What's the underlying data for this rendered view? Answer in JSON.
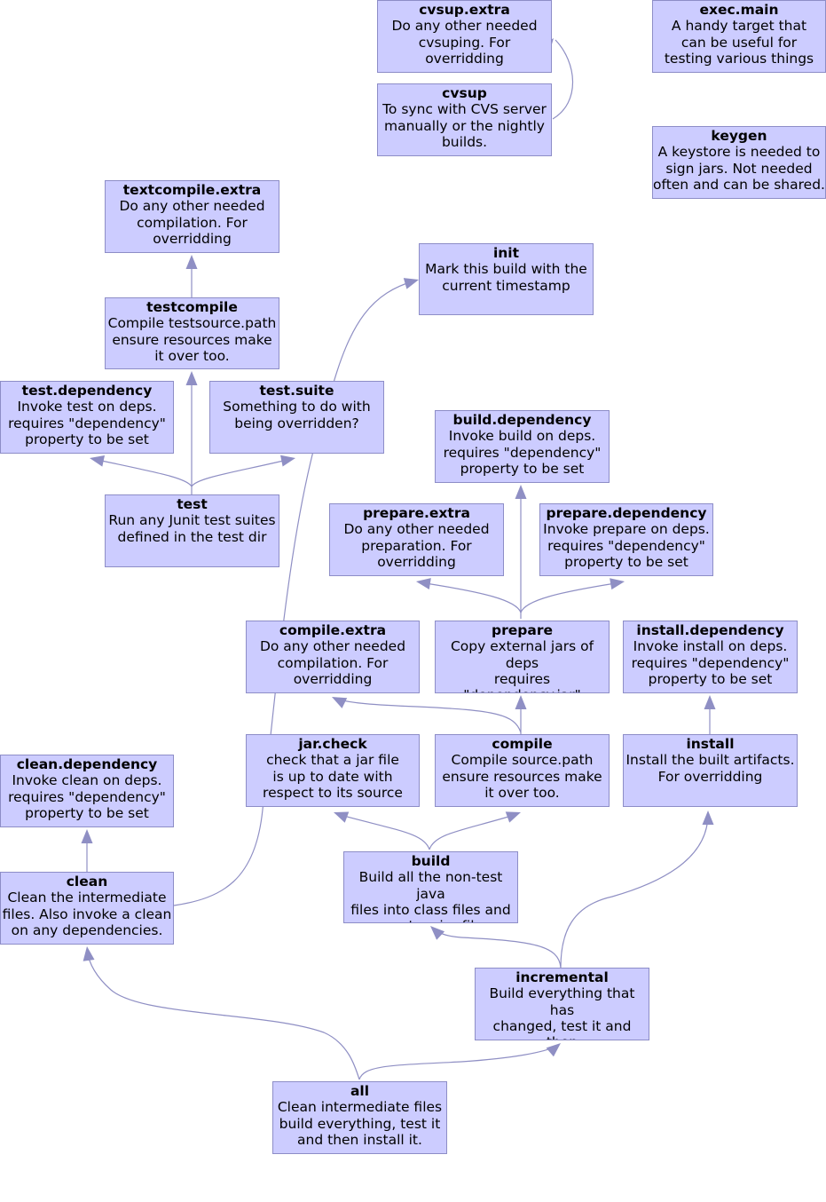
{
  "colors": {
    "node_fill": "#ccccff",
    "node_border": "#8d8dc7",
    "edge": "#8f8fc4"
  },
  "nodes": {
    "cvsup_extra": {
      "title": "cvsup.extra",
      "desc": "Do any other needed\ncvsuping. For\noverridding"
    },
    "exec_main": {
      "title": "exec.main",
      "desc": "A handy target that\ncan be useful for\ntesting various things"
    },
    "cvsup": {
      "title": "cvsup",
      "desc": "To sync with CVS server\nmanually or the nightly\nbuilds."
    },
    "keygen": {
      "title": "keygen",
      "desc": "A keystore is needed to\nsign jars. Not needed\noften and can be shared."
    },
    "textcompile_extra": {
      "title": "textcompile.extra",
      "desc": "Do any other needed\ncompilation. For\noverridding"
    },
    "init": {
      "title": "init",
      "desc": "Mark this build with the\ncurrent timestamp"
    },
    "testcompile": {
      "title": "testcompile",
      "desc": "Compile testsource.path\nensure resources make\nit over too."
    },
    "test_dependency": {
      "title": "test.dependency",
      "desc": "Invoke test on deps.\nrequires \"dependency\"\nproperty to be set"
    },
    "test_suite": {
      "title": "test.suite",
      "desc": "Something to do with\nbeing overridden?"
    },
    "build_dependency": {
      "title": "build.dependency",
      "desc": "Invoke build on deps.\nrequires \"dependency\"\nproperty to be set"
    },
    "test": {
      "title": "test",
      "desc": "Run any Junit test suites\ndefined in the test dir"
    },
    "prepare_extra": {
      "title": "prepare.extra",
      "desc": "Do any other needed\npreparation. For\noverridding"
    },
    "prepare_dependency": {
      "title": "prepare.dependency",
      "desc": "Invoke prepare on deps.\nrequires \"dependency\"\nproperty to be set"
    },
    "compile_extra": {
      "title": "compile.extra",
      "desc": "Do any other needed\ncompilation. For\noverridding"
    },
    "prepare": {
      "title": "prepare",
      "desc": "Copy external jars of deps\nrequires \"dependency.jar\"\nproperty to be set."
    },
    "install_dependency": {
      "title": "install.dependency",
      "desc": "Invoke install on deps.\nrequires \"dependency\"\nproperty to be set"
    },
    "jar_check": {
      "title": "jar.check",
      "desc": "check that a jar file\nis up to date with\nrespect to its source"
    },
    "compile": {
      "title": "compile",
      "desc": "Compile source.path\nensure resources make\nit over too."
    },
    "install": {
      "title": "install",
      "desc": "Install the built artifacts.\nFor overridding"
    },
    "clean_dependency": {
      "title": "clean.dependency",
      "desc": "Invoke clean on deps.\nrequires \"dependency\"\nproperty to be set"
    },
    "build": {
      "title": "build",
      "desc": "Build all the non-test java\nfiles into class files and\ncreate a jar file"
    },
    "clean": {
      "title": "clean",
      "desc": "Clean the intermediate\nfiles. Also invoke a clean\non any dependencies."
    },
    "incremental": {
      "title": "incremental",
      "desc": "Build everything that has\nchanged, test it and then\ninstall the changes."
    },
    "all": {
      "title": "all",
      "desc": "Clean intermediate files\nbuild everything, test it\nand then install it."
    }
  },
  "edges": [
    {
      "from": "cvsup",
      "to": "cvsup_extra"
    },
    {
      "from": "testcompile",
      "to": "textcompile_extra"
    },
    {
      "from": "test",
      "to": "testcompile"
    },
    {
      "from": "test",
      "to": "test_dependency"
    },
    {
      "from": "test",
      "to": "test_suite"
    },
    {
      "from": "prepare",
      "to": "build_dependency"
    },
    {
      "from": "prepare",
      "to": "prepare_extra"
    },
    {
      "from": "prepare",
      "to": "prepare_dependency"
    },
    {
      "from": "compile",
      "to": "prepare"
    },
    {
      "from": "compile",
      "to": "compile_extra"
    },
    {
      "from": "install",
      "to": "install_dependency"
    },
    {
      "from": "build",
      "to": "jar_check"
    },
    {
      "from": "build",
      "to": "compile"
    },
    {
      "from": "clean",
      "to": "clean_dependency"
    },
    {
      "from": "clean",
      "to": "init"
    },
    {
      "from": "incremental",
      "to": "build"
    },
    {
      "from": "incremental",
      "to": "install"
    },
    {
      "from": "all",
      "to": "clean"
    },
    {
      "from": "all",
      "to": "incremental"
    }
  ]
}
